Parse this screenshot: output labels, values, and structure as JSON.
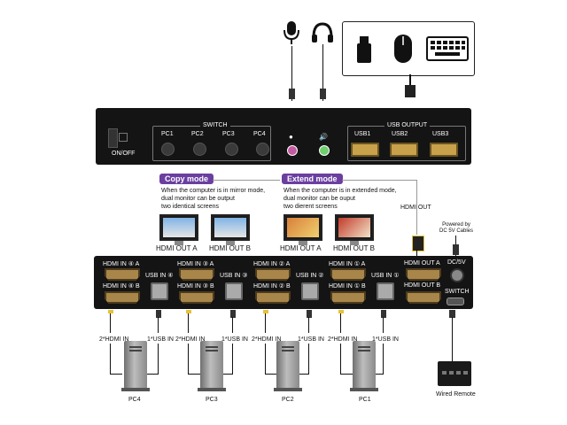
{
  "peripherals": {
    "mic_icon": "microphone-icon",
    "headset_icon": "headphones-icon",
    "usb_icon": "usb-icon",
    "mouse_icon": "mouse-icon",
    "keyboard_icon": "keyboard-icon"
  },
  "front": {
    "power_label": "ON/OFF",
    "switch_title": "SWITCH",
    "pc_buttons": [
      "PC1",
      "PC2",
      "PC3",
      "PC4"
    ],
    "usb_output_title": "USB OUTPUT",
    "usb_ports": [
      "USB1",
      "USB2",
      "USB3"
    ]
  },
  "modes": {
    "copy": {
      "title": "Copy mode",
      "desc": [
        "When the computer is in mirror mode,",
        "dual monitor can be output",
        "two identical screens"
      ],
      "out_a": "HDMI OUT A",
      "out_b": "HDMI OUT B"
    },
    "extend": {
      "title": "Extend mode",
      "desc": [
        "When the computer is in extended mode,",
        "dual monitor can be ouput",
        "two dierent screens"
      ],
      "out_a": "HDMI OUT A",
      "out_b": "HDMI OUT B"
    }
  },
  "hdmi_out_label": "HDMI OUT",
  "power_note": [
    "Powered by",
    "DC 5V Cables"
  ],
  "back": {
    "groups": [
      {
        "in_a": "HDMI IN ④ A",
        "in_b": "HDMI IN ④ B",
        "usb": "USB IN ④"
      },
      {
        "in_a": "HDMI IN ③ A",
        "in_b": "HDMI IN ③ B",
        "usb": "USB IN ③"
      },
      {
        "in_a": "HDMI IN ② A",
        "in_b": "HDMI IN ② B",
        "usb": "USB IN ②"
      },
      {
        "in_a": "HDMI IN ① A",
        "in_b": "HDMI IN ① B",
        "usb": "USB IN ①"
      }
    ],
    "out_a": "HDMI OUT A",
    "out_b": "HDMI OUT B",
    "dc": "DC/5V",
    "switch": "SWITCH"
  },
  "pcs": [
    {
      "hdmi": "2*HDMI IN",
      "usb": "1*USB IN",
      "name": "PC4"
    },
    {
      "hdmi": "2*HDMI IN",
      "usb": "1*USB IN",
      "name": "PC3"
    },
    {
      "hdmi": "2*HDMI IN",
      "usb": "1*USB IN",
      "name": "PC2"
    },
    {
      "hdmi": "2*HDMI IN",
      "usb": "1*USB IN",
      "name": "PC1"
    }
  ],
  "remote_label": "Wired Remote"
}
